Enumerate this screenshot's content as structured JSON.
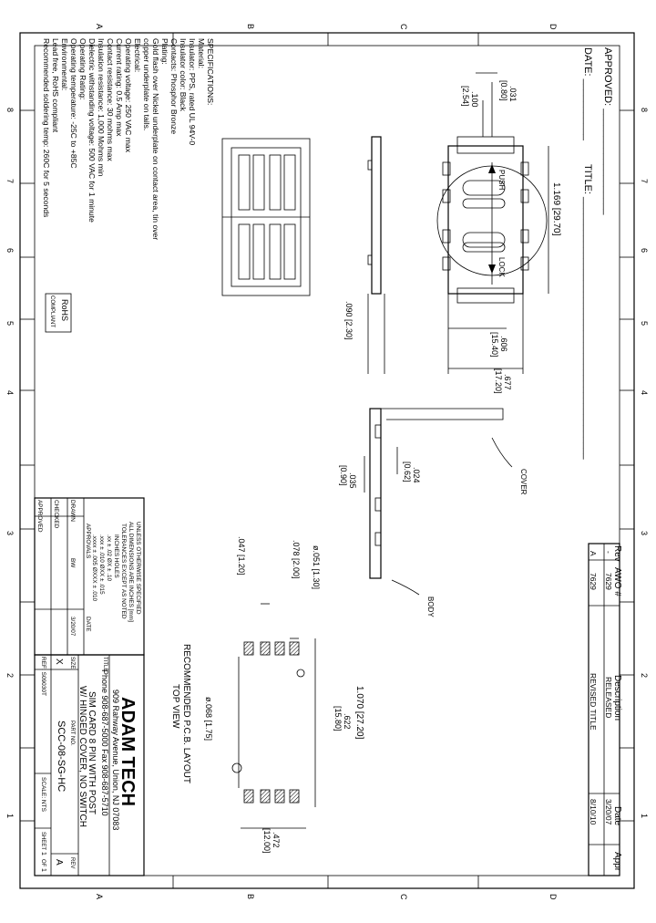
{
  "header": {
    "approved": "APPROVED: ___________________",
    "date": "DATE: ___________",
    "title_label": "TITLE: _______________________________________________"
  },
  "border": {
    "cols": [
      "8",
      "7",
      "6",
      "5",
      "4",
      "3",
      "2",
      "1"
    ],
    "rows": [
      "A",
      "B",
      "C",
      "D"
    ]
  },
  "revision_table": {
    "headers": [
      "Rev",
      "AWO #",
      "Description",
      "Date",
      "Appr"
    ],
    "rows": [
      {
        "rev": "-",
        "awo": "7629",
        "desc": "RELEASED",
        "date": "3/20/07",
        "appr": ""
      },
      {
        "rev": "A",
        "awo": "7629",
        "desc": "REVISED TITLE",
        "date": "8/10/10",
        "appr": ""
      }
    ]
  },
  "specs": {
    "lines": [
      "SPECIFICATIONS:",
      "Material:",
      "Insulator: PPS, rated UL 94V-0",
      "Insulator color: Black",
      "Contacts: Phosphor Bronze",
      "Plating:",
      "Gold flash over Nickel underplate on contact area, tin over",
      "copper underplate on tails.",
      "Electrical:",
      "Operating voltage: 250 VAC max",
      "Current rating: 0.5 Amp max",
      "Contact resistance: 30 mohms max",
      "Insulation resistance: 1,000 Mohms min",
      "Dielectric withstanding voltage: 500 VAC for 1 minute",
      "Operating Rating:",
      "Operating temperature: -25C to +85C",
      "Environmental:",
      "Lead free, RoHS compliant",
      "Recommended soldering temp: 260C for 5 seconds"
    ],
    "rohs_line1": "RoHS",
    "rohs_line2": "COMPLIANT"
  },
  "dimensions": {
    "d031": ".031",
    "d031m": "[0.80]",
    "d100": ".100",
    "d100m": "[2.54]",
    "d1169": "1.169 [29.70]",
    "d606": ".606",
    "d606m": "[15.40]",
    "d677": ".677",
    "d677m": "[17.20]",
    "d090": ".090 [2.30]",
    "d024": ".024",
    "d024m": "[0.62]",
    "d035": ".035",
    "d035m": "[0.90]",
    "d078": ".078 [2.00]",
    "d047": ".047 [1.20]",
    "d051": "ø.051 [1.30]",
    "d068": "ø.068 [1.75]",
    "d1070": "1.070 [27.20]",
    "d622": ".622",
    "d622m": "[15.80]",
    "d472": ".472",
    "d472m": "[12.00]",
    "push": "PUSH",
    "lock": "LOCK",
    "cover": "COVER",
    "body": "BODY"
  },
  "pcb_title": {
    "line1": "RECOMMENDED P.C.B. LAYOUT",
    "line2": "TOP VIEW"
  },
  "tolerance": {
    "lines": [
      "UNLESS OTHERWISE SPECIFIED",
      "ALL DIMENSIONS ARE INCHES [mm]",
      "TOLERANCES EXCEPT AS NOTED",
      "INCHES            HOLES",
      ".xx  ± .02        ØX  ± .10",
      ".xxx ± .010       ØXX ± .015",
      ".xxxx ± .005      ØXXX ± .010"
    ],
    "approvals": "APPROVALS",
    "date_h": "DATE",
    "drawn": "DRAWN",
    "drawn_by": "BW",
    "drawn_date": "3/20/07",
    "checked": "CHECKED",
    "approved": "APPROVED"
  },
  "title_block": {
    "company": "ADAM TECH",
    "address": "909 Rahway Avenue, Union, NJ 07083",
    "phone": "Phone 908-687-5000 Fax 908-687-5710",
    "title_h": "TITLE",
    "title1": "SIM CARD 8 PIN WITH POST",
    "title2": "W/ HINGED COVER, NO SWITCH",
    "size_h": "SIZE",
    "size": "X",
    "part_h": "PART NO.",
    "part_no": "SCC-08-SG-HC",
    "rev_h": "REV",
    "rev": "A",
    "ref": "REF: S09030T",
    "scale": "SCALE: NTS",
    "sheet": "SHEET",
    "sheet_no": "1",
    "of": "OF",
    "of_no": "1"
  }
}
